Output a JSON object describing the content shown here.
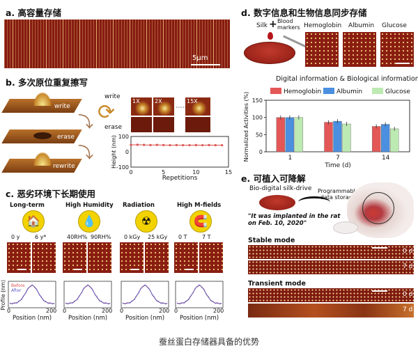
{
  "panel_a": {
    "title": "a. 高容量存储",
    "scale": "5μm"
  },
  "panel_b": {
    "title": "b. 多次原位重复擦写",
    "labels": {
      "write": "write",
      "erase": "erase",
      "rewrite": "rewrite"
    },
    "cycle": {
      "write": "write",
      "erase": "erase"
    },
    "reps": {
      "r1": "1X",
      "r2": "2X",
      "r15": "15X",
      "ellipsis": "······"
    },
    "chart_data": {
      "type": "line",
      "x": [
        0,
        1,
        2,
        3,
        4,
        5,
        6,
        7,
        8,
        9,
        10,
        11,
        12,
        13,
        14
      ],
      "y": [
        45,
        46,
        45,
        44,
        45,
        44,
        43,
        44,
        43,
        43,
        44,
        43,
        44,
        43,
        43
      ],
      "xlabel": "Repetitions",
      "ylabel": "Height (nm)",
      "xlim": [
        0,
        15
      ],
      "ylim": [
        -100,
        100
      ],
      "yticks": [
        "100",
        "0",
        "-100"
      ],
      "xticks": [
        "0",
        "5",
        "10",
        "15"
      ]
    }
  },
  "panel_c": {
    "title": "c. 恶劣环境下长期使用",
    "conditions": [
      {
        "name": "Long-term",
        "v1": "0 y",
        "v2": "6 y*"
      },
      {
        "name": "High Humidity",
        "v1": "40RH%",
        "v2": "90RH%"
      },
      {
        "name": "Radiation",
        "v1": "0 kGy",
        "v2": "25 kGy"
      },
      {
        "name": "High M-fields",
        "v1": "0 T",
        "v2": "7 T"
      }
    ],
    "chart_data": {
      "type": "line",
      "xlabel": "Position (nm)",
      "ylabel": "Profile (nm)",
      "xticks": [
        "0",
        "200"
      ],
      "yticks": [
        "40",
        "-20"
      ],
      "legend": [
        "Before",
        "After"
      ]
    }
  },
  "panel_d": {
    "title": "d. 数字信息和生物信息同步存储",
    "silk": "Silk",
    "plus": "+",
    "blood": "Blood\nmarkers",
    "samples": [
      "Hemoglobin",
      "Albumin",
      "Glucose"
    ],
    "subtitle": "Digital information & Biological information",
    "chart_data": {
      "type": "bar",
      "categories": [
        "1",
        "7",
        "14"
      ],
      "series": [
        {
          "name": "Hemoglobin",
          "values": [
            100,
            86,
            74
          ]
        },
        {
          "name": "Albumin",
          "values": [
            100,
            89,
            80
          ]
        },
        {
          "name": "Glucose",
          "values": [
            100,
            81,
            67
          ]
        }
      ],
      "colors": [
        "#e45757",
        "#4a8fe0",
        "#bdeab2"
      ],
      "xlabel": "Time (d)",
      "ylabel": "Normalized Activities (%)",
      "ylim": [
        0,
        150
      ],
      "yticks": [
        "0",
        "50",
        "100",
        "150"
      ]
    }
  },
  "panel_e": {
    "title": "e. 可植入可降解",
    "drive": "Bio-digital silk-drive",
    "prog": "Programmable\ndata storage",
    "quote": "\"It was implanted in the rat\non Feb. 10, 2020\"",
    "stable": "Stable mode",
    "transient": "Transient mode",
    "days": [
      "0 d",
      "7 d",
      "0 d",
      "7 d"
    ]
  },
  "caption": "蚕丝蛋白存储器具备的优势"
}
